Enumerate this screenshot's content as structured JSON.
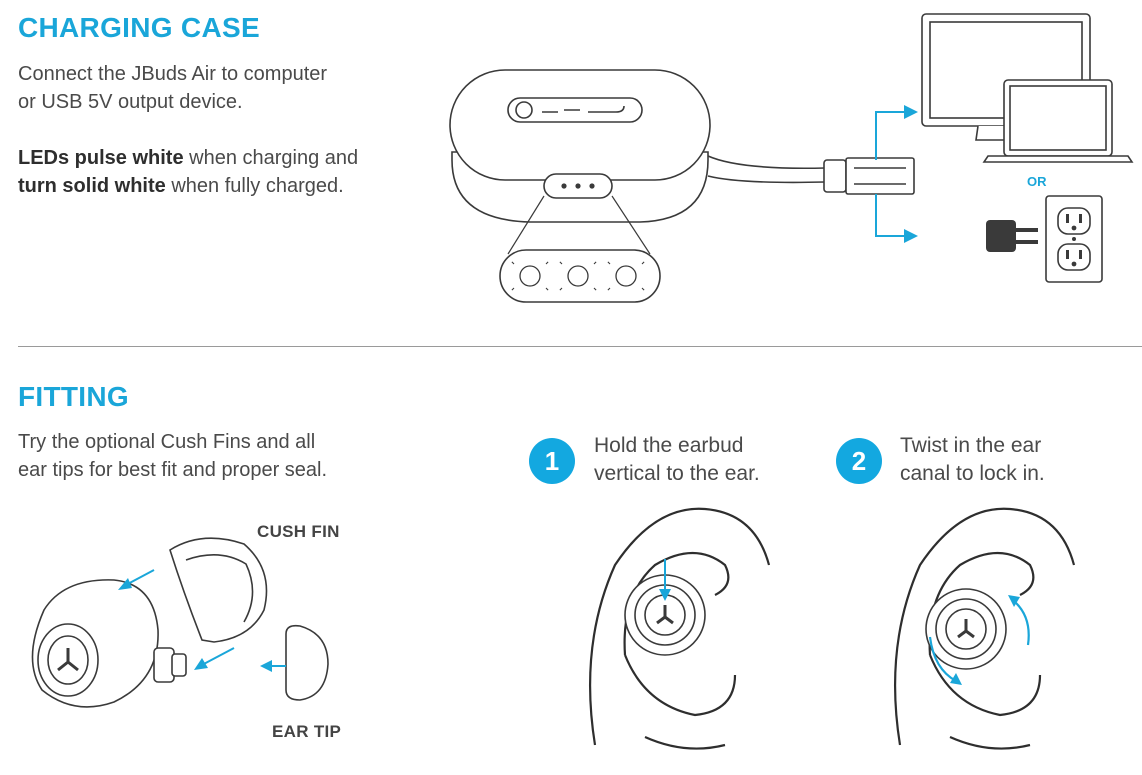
{
  "charging": {
    "title": "CHARGING CASE",
    "desc_line1": "Connect the JBuds Air to computer",
    "desc_line2": "or USB 5V output device.",
    "led_bold1": "LEDs pulse white",
    "led_text1": " when charging and",
    "led_bold2": "turn solid white",
    "led_text2": " when fully charged.",
    "or_label": "OR"
  },
  "fitting": {
    "title": "FITTING",
    "desc_line1": "Try the optional Cush Fins and all",
    "desc_line2": "ear tips for best fit and proper seal.",
    "cush_fin_label": "CUSH FIN",
    "ear_tip_label": "EAR TIP",
    "steps": [
      {
        "num": "1",
        "line1": "Hold the earbud",
        "line2": "vertical to the ear."
      },
      {
        "num": "2",
        "line1": "Twist in the ear",
        "line2": "canal to lock in."
      }
    ]
  },
  "colors": {
    "accent": "#1aa6d9",
    "line": "#3a3a3a"
  }
}
